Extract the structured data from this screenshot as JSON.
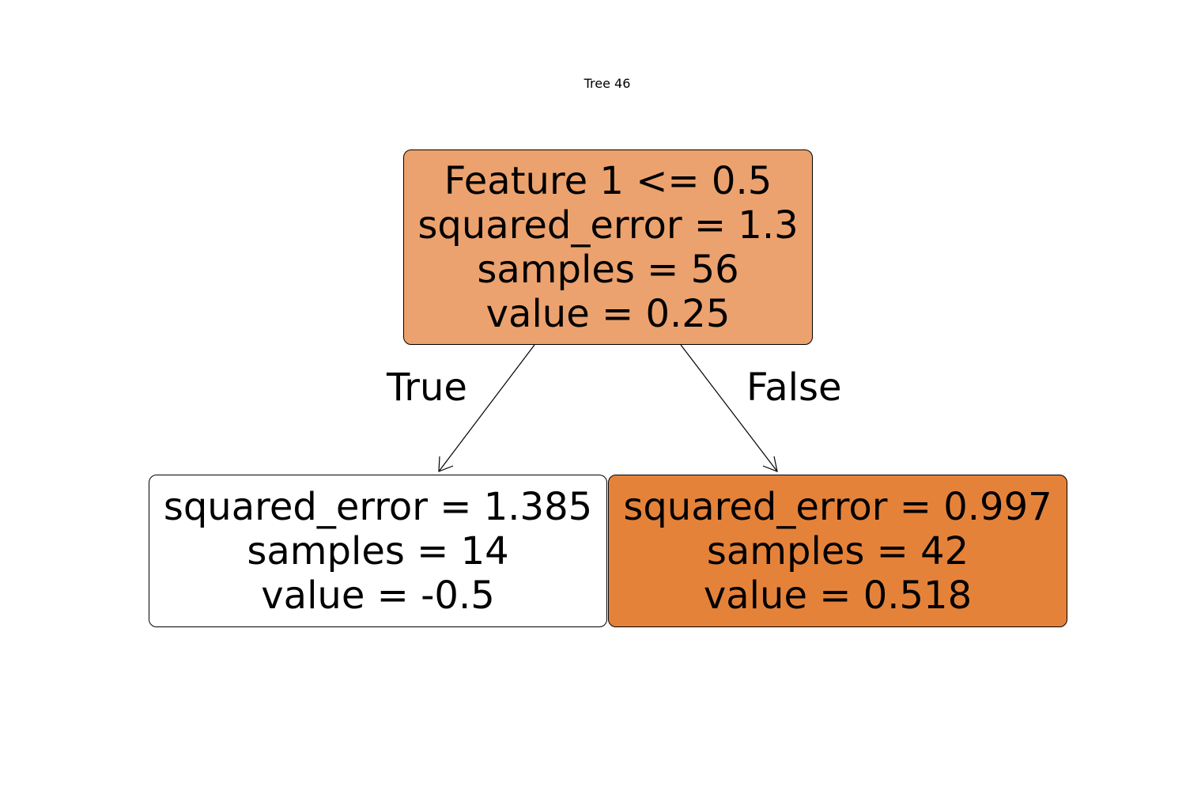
{
  "title": "Tree 46",
  "nodes": {
    "root": {
      "lines": [
        "Feature 1 <= 0.5",
        "squared_error = 1.3",
        "samples = 56",
        "value = 0.25"
      ],
      "fill": "#eca26e"
    },
    "left": {
      "lines": [
        "squared_error = 1.385",
        "samples = 14",
        "value = -0.5"
      ],
      "fill": "#ffffff"
    },
    "right": {
      "lines": [
        "squared_error = 0.997",
        "samples = 42",
        "value = 0.518"
      ],
      "fill": "#e5823a"
    }
  },
  "edges": {
    "true_label": "True",
    "false_label": "False"
  }
}
